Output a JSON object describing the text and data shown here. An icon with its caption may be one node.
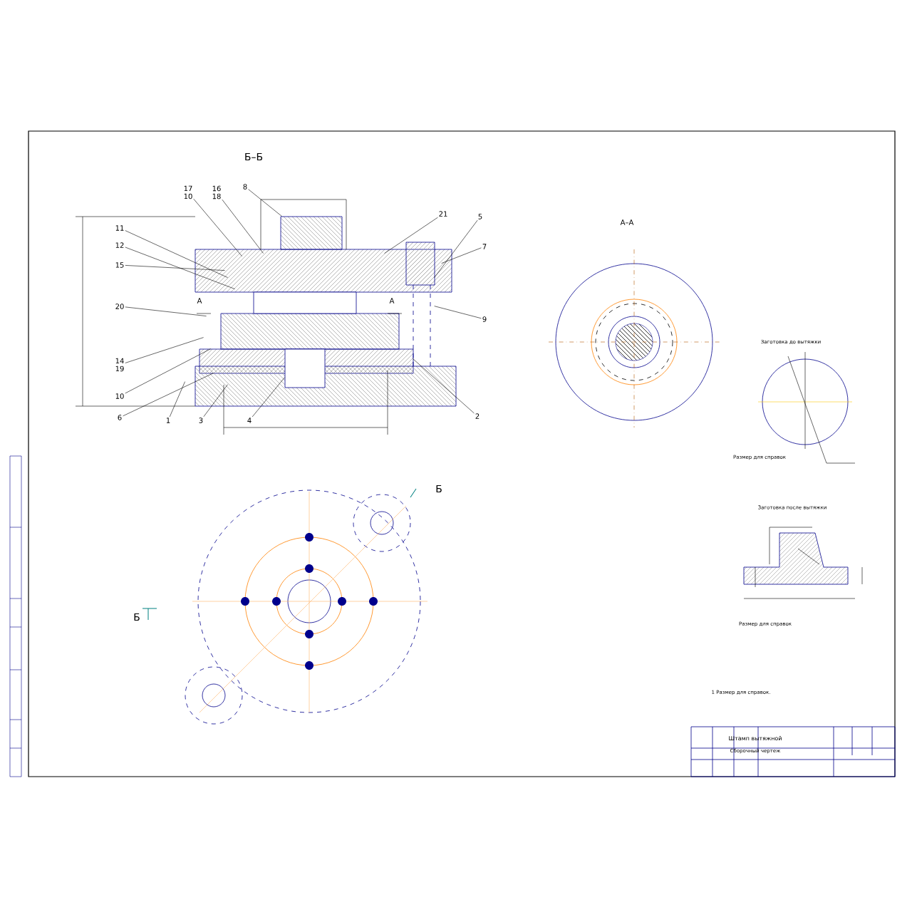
{
  "diagram": {
    "nodes": [
      {
        "text": [
          "17",
          "10"
        ]
      },
      {
        "text": [
          "16",
          "18"
        ]
      },
      {
        "text": [
          "8"
        ]
      },
      {
        "text": [
          "21"
        ]
      },
      {
        "text": [
          "5"
        ]
      },
      {
        "text": [
          "7"
        ]
      },
      {
        "text": [
          "11"
        ]
      },
      {
        "text": [
          "12"
        ]
      },
      {
        "text": [
          "15"
        ]
      },
      {
        "text": [
          "20"
        ]
      },
      {
        "text": [
          "14",
          "19"
        ]
      },
      {
        "text": [
          "10"
        ]
      },
      {
        "text": [
          "6"
        ]
      },
      {
        "text": [
          "1"
        ]
      },
      {
        "text": [
          "3"
        ]
      },
      {
        "text": [
          "4"
        ]
      },
      {
        "text": [
          "9"
        ]
      },
      {
        "text": [
          "2"
        ]
      },
      {
        "text": [],
        "shape": "picture"
      }
    ],
    "edges": [
      {
        "from": 0,
        "to": 18,
        "arrow": "none"
      },
      {
        "from": 1,
        "to": 18,
        "arrow": "none"
      },
      {
        "from": 2,
        "to": 18,
        "arrow": "none"
      },
      {
        "from": 3,
        "to": 18,
        "arrow": "none"
      },
      {
        "from": 4,
        "to": 18,
        "arrow": "none"
      },
      {
        "from": 5,
        "to": 18,
        "arrow": "none"
      },
      {
        "from": 6,
        "to": 18,
        "arrow": "none"
      },
      {
        "from": 7,
        "to": 18,
        "arrow": "none"
      },
      {
        "from": 8,
        "to": 18,
        "arrow": "none"
      },
      {
        "from": 9,
        "to": 18,
        "arrow": "none"
      },
      {
        "from": 10,
        "to": 18,
        "arrow": "none"
      },
      {
        "from": 11,
        "to": 18,
        "arrow": "none"
      },
      {
        "from": 12,
        "to": 18,
        "arrow": "none"
      },
      {
        "from": 13,
        "to": 18,
        "arrow": "none"
      },
      {
        "from": 14,
        "to": 18,
        "arrow": "none"
      },
      {
        "from": 15,
        "to": 18,
        "arrow": "none"
      },
      {
        "from": 16,
        "to": 18,
        "arrow": "none"
      },
      {
        "from": 17,
        "to": 18,
        "arrow": "none"
      }
    ],
    "labels": [
      "Б–Б",
      "А",
      "А",
      "А–А",
      "Б",
      "Б",
      "Заготовка до вытяжки",
      "Размер для справок",
      "Заготовка после вытяжки",
      "Размер для справок",
      "1 Размер для справок.",
      "Штамп вытяжной",
      "Сборочный чертеж"
    ]
  }
}
